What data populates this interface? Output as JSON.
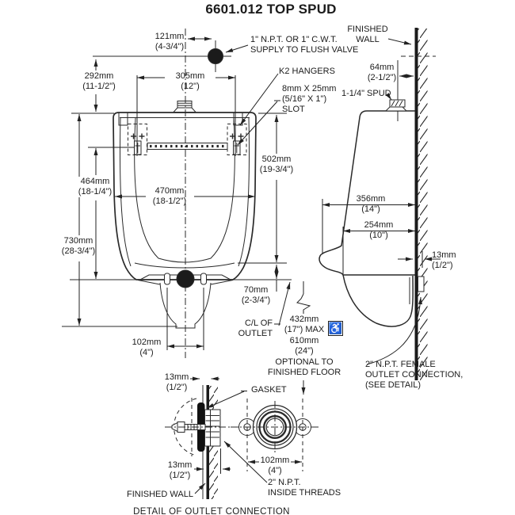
{
  "title": "6601.012 TOP SPUD",
  "front_view": {
    "supply_label": "1\" N.P.T. OR 1\" C.W.T.\nSUPPLY TO FLUSH VALVE",
    "k2_hangers_label": "K2 HANGERS",
    "slot_label": "8mm X 25mm\n(5/16\" X 1\")\nSLOT",
    "cl_outlet_label": "C/L OF\nOUTLET",
    "dim_121": "121mm\n(4-3/4\")",
    "dim_292": "292mm\n(11-1/2\")",
    "dim_305": "305mm\n(12\")",
    "dim_464": "464mm\n(18-1/4\")",
    "dim_470": "470mm\n(18-1/2\")",
    "dim_730": "730mm\n(28-3/4\")",
    "dim_502": "502mm\n(19-3/4\")",
    "dim_70": "70mm\n(2-3/4\")",
    "dim_102": "102mm\n(4\")"
  },
  "side_view": {
    "finished_wall_label": "FINISHED\nWALL",
    "spud_label": "1-1/4\" SPUD",
    "dim_64": "64mm\n(2-1/2\")",
    "dim_356": "356mm\n(14\")",
    "dim_254": "254mm\n(10\")",
    "dim_13": "13mm\n(1/2\")",
    "floor_dim_label": "432mm\n(17\") MAX\n610mm\n(24\")\nOPTIONAL TO\nFINISHED FLOOR",
    "outlet_note": "2\" N.P.T. FEMALE\nOUTLET CONNECTION,\n(SEE DETAIL)",
    "accessible_icon": "♿"
  },
  "detail_view": {
    "gasket_label": "GASKET",
    "dim_13_wall": "13mm\n(1/2\")",
    "dim_13_flange": "13mm\n(1/2\")",
    "dim_102": "102mm\n(4\")",
    "threads_label": "2\" N.P.T.\nINSIDE THREADS",
    "finished_wall_label": "FINISHED WALL",
    "caption": "DETAIL OF OUTLET CONNECTION"
  }
}
